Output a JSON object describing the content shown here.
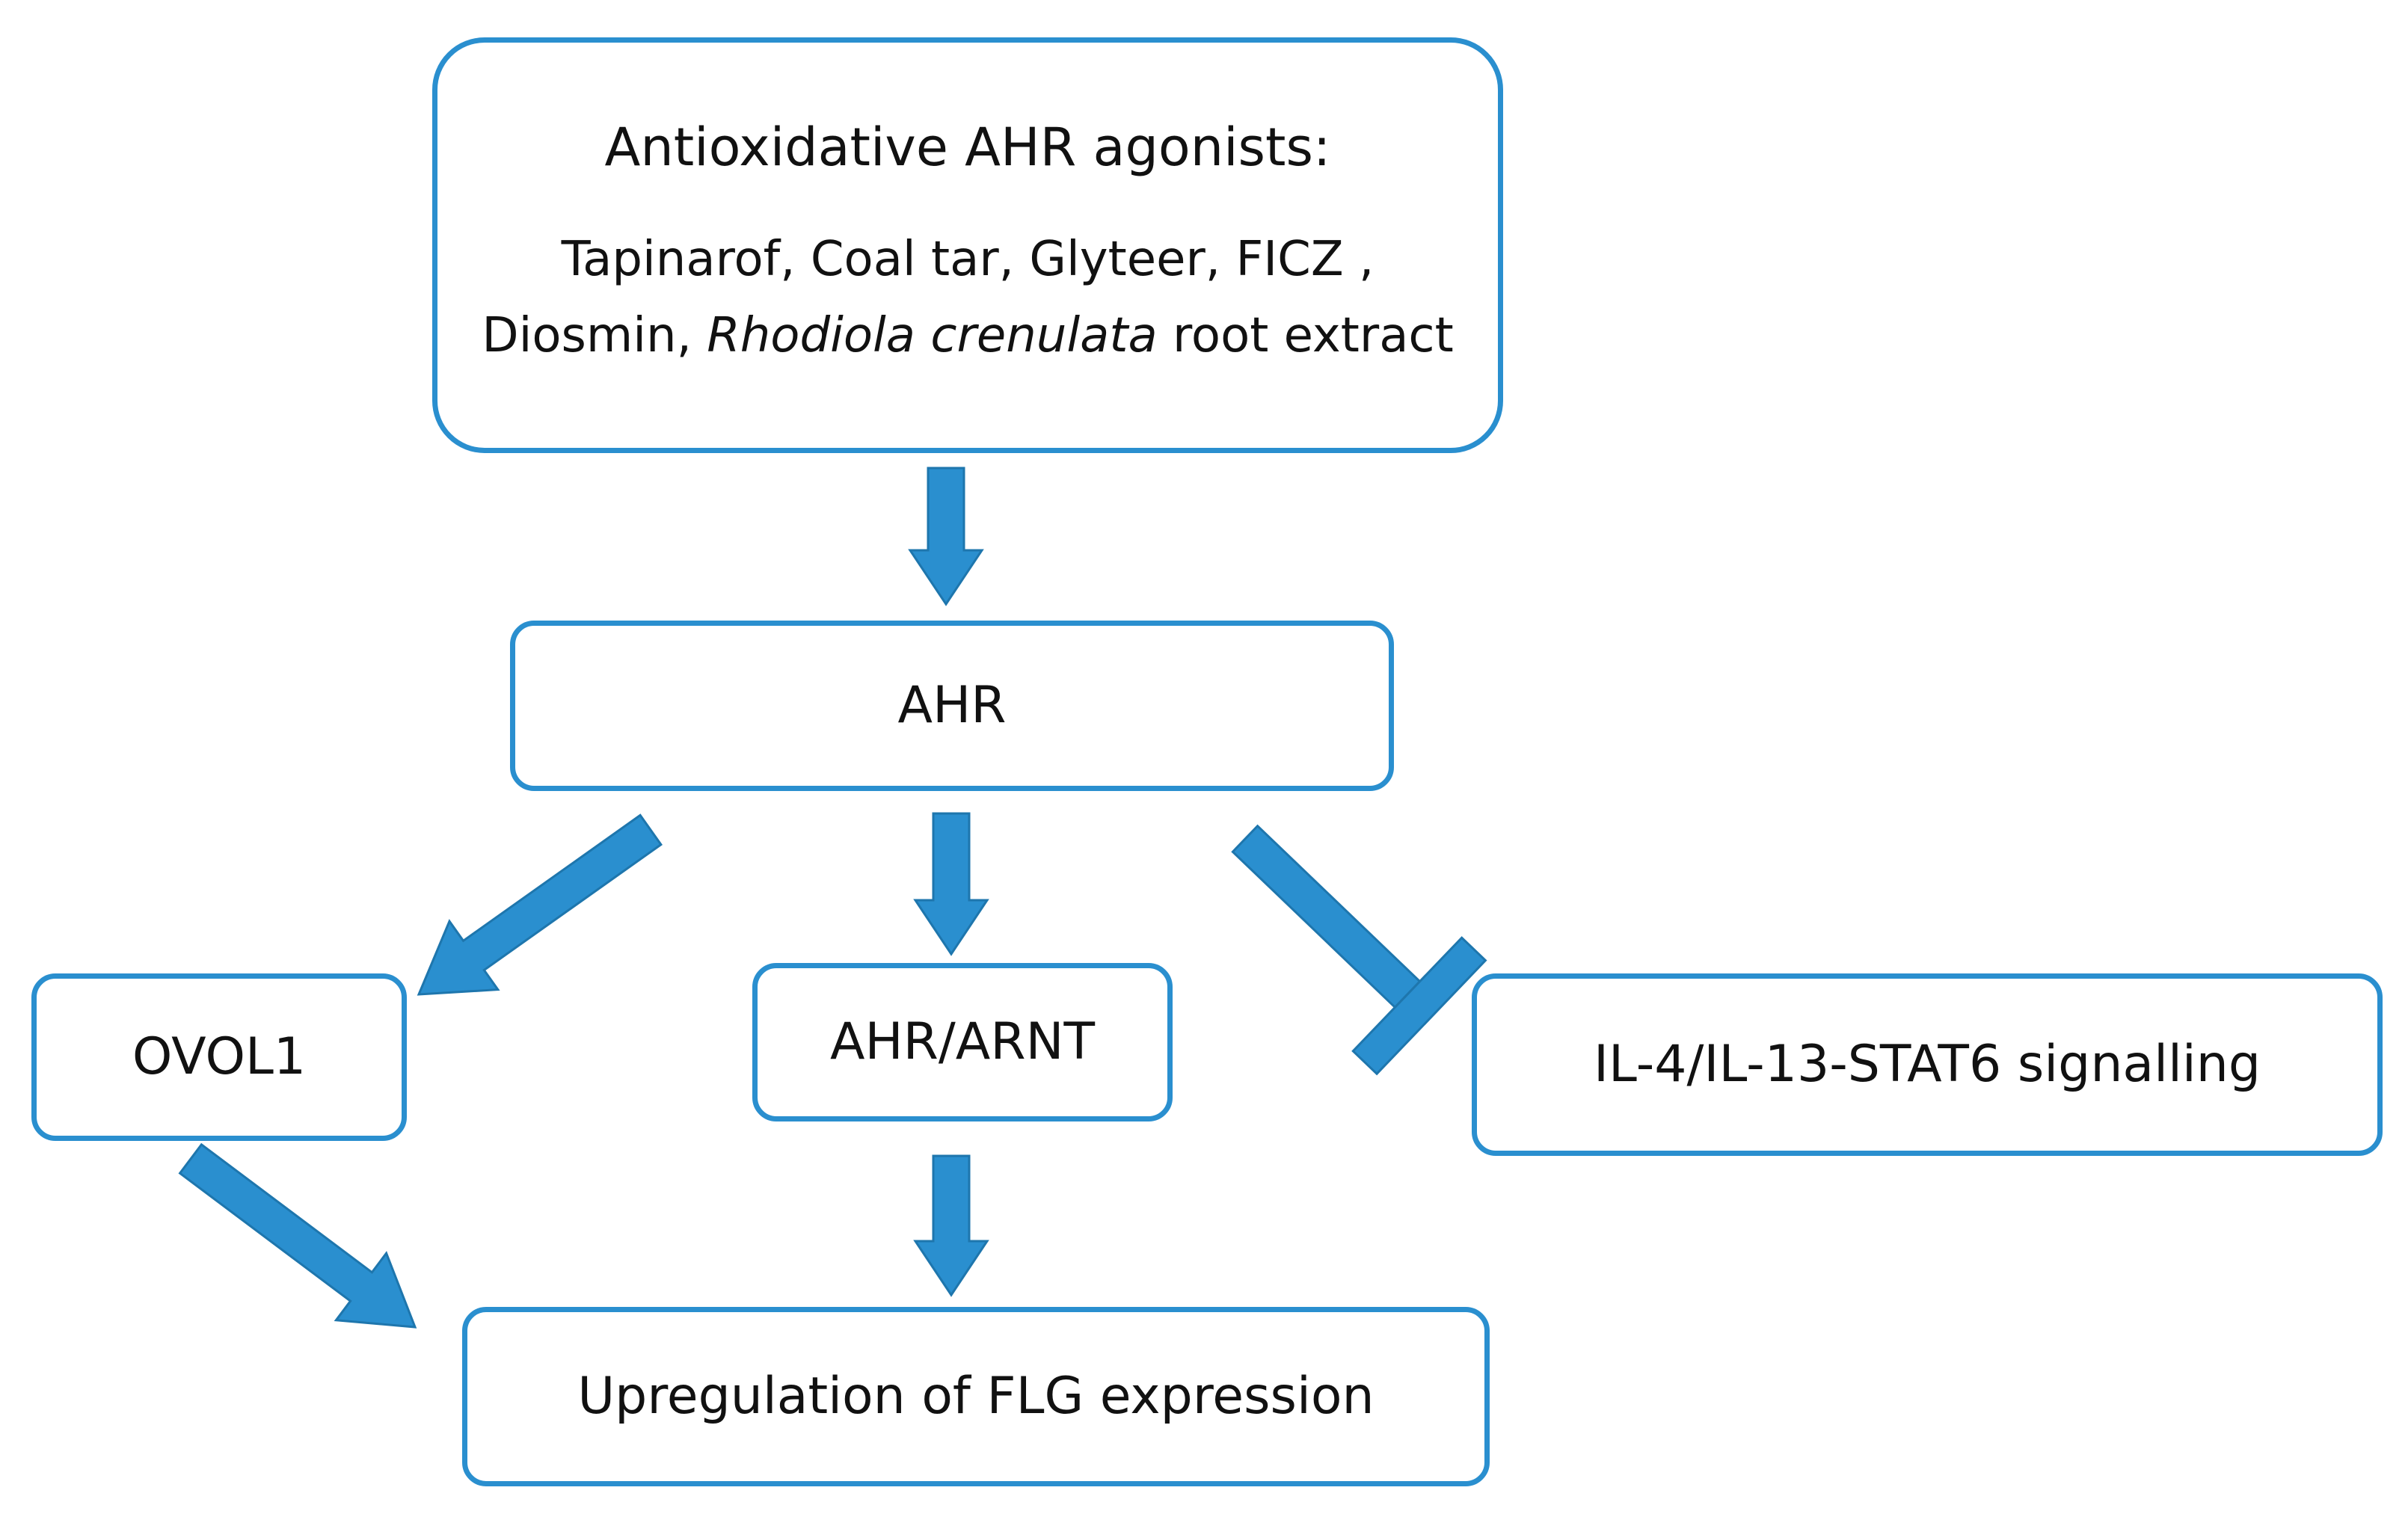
{
  "nodes": {
    "agonists": {
      "heading": "Antioxidative AHR agonists:",
      "line1": "Tapinarof, Coal tar, Glyteer, FICZ ,",
      "line2_prefix": "Diosmin, ",
      "line2_italic": "Rhodiola crenulata",
      "line2_suffix": " root extract"
    },
    "ahr": "AHR",
    "ovol1": "OVOL1",
    "ahr_arnt": "AHR/ARNT",
    "il_signalling": "IL-4/IL-13-STAT6 signalling",
    "flg": "Upregulation of FLG expression"
  },
  "edges": [
    {
      "from": "agonists",
      "to": "ahr",
      "type": "activation"
    },
    {
      "from": "ahr",
      "to": "ovol1",
      "type": "activation"
    },
    {
      "from": "ahr",
      "to": "ahr_arnt",
      "type": "activation"
    },
    {
      "from": "ahr",
      "to": "il_signalling",
      "type": "inhibition"
    },
    {
      "from": "ovol1",
      "to": "flg",
      "type": "activation"
    },
    {
      "from": "ahr_arnt",
      "to": "flg",
      "type": "activation"
    }
  ],
  "colors": {
    "border": "#2a8fcf",
    "arrow": "#2a8fcf",
    "arrow_outline": "#1e76ad",
    "text": "#111111"
  }
}
